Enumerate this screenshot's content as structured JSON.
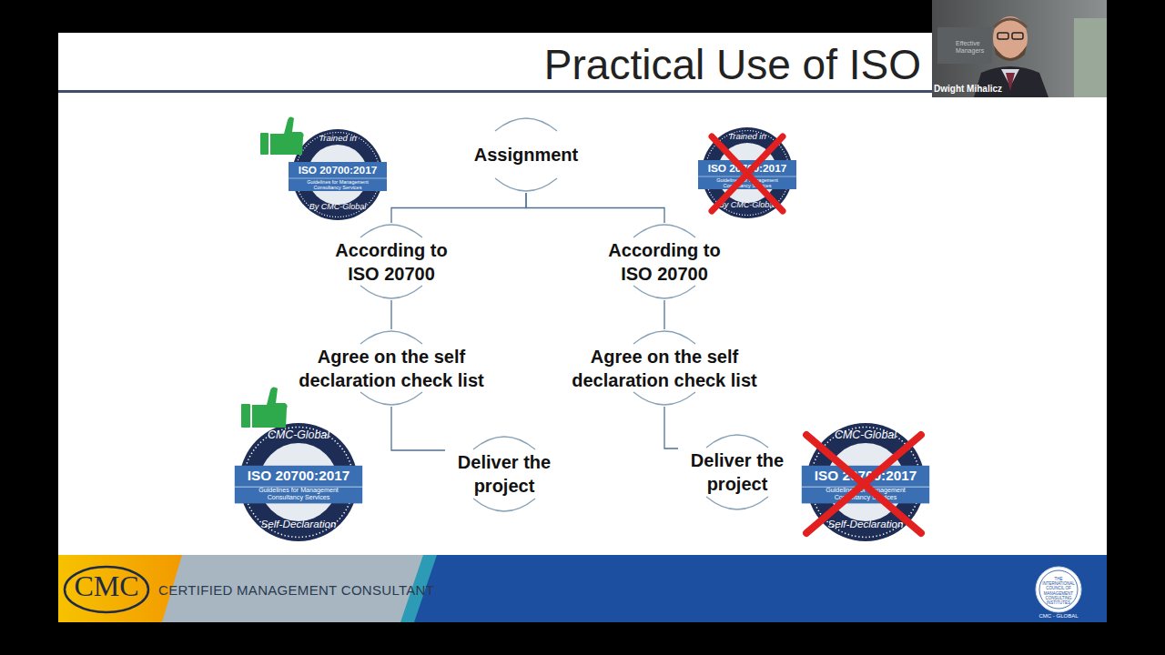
{
  "diagram": {
    "title": "Practical Use of ISO",
    "nodes": [
      {
        "text": [
          "Trained in",
          "ISO 20700:2017",
          "Guidelines for Management Consultancy Services",
          "By CMC-Global"
        ]
      },
      {
        "text": [
          "Assignment"
        ]
      },
      {
        "text": [
          "Trained in",
          "ISO 20700:2017",
          "Guidelines for Management Consultancy Services",
          "By CMC-Global"
        ]
      },
      {
        "text": [
          "According to ISO 20700"
        ]
      },
      {
        "text": [
          "According to ISO 20700"
        ]
      },
      {
        "text": [
          "Agree on the self declaration check list"
        ]
      },
      {
        "text": [
          "Agree on the self declaration check list"
        ]
      },
      {
        "text": [
          "CMC-Global",
          "ISO 20700:2017",
          "Guidelines for Management Consultancy Services",
          "Self-Declaration"
        ]
      },
      {
        "text": [
          "Deliver the project"
        ]
      },
      {
        "text": [
          "Deliver the project"
        ]
      },
      {
        "text": [
          "CMC-Global",
          "ISO 20700:2017",
          "Guidelines for Management Consultancy Services",
          "Self-Declaration"
        ]
      }
    ],
    "edges": [
      {
        "from": 1,
        "to": 3,
        "arrow": "none"
      },
      {
        "from": 1,
        "to": 4,
        "arrow": "none"
      },
      {
        "from": 3,
        "to": 5,
        "arrow": "none"
      },
      {
        "from": 4,
        "to": 6,
        "arrow": "none"
      },
      {
        "from": 5,
        "to": 8,
        "arrow": "none"
      },
      {
        "from": 6,
        "to": 9,
        "arrow": "none"
      }
    ],
    "labels": [
      "Dwight Mihalicz",
      "Effective Managers",
      "CMC",
      "CERTIFIED MANAGEMENT CONSULTANT",
      "THE INTERNATIONAL COUNCIL OF MANAGEMENT CONSULTING INSTITUTES",
      "CMC - GLOBAL"
    ]
  }
}
